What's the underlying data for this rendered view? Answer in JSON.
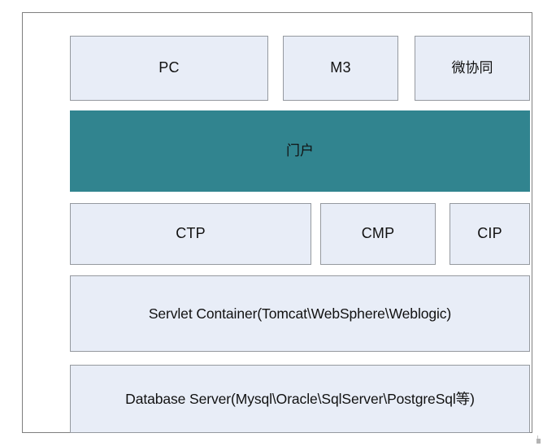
{
  "diagram": {
    "title": "Layered application architecture stack",
    "colors": {
      "box_fill": "#e8edf7",
      "box_border": "#95999f",
      "accent_fill": "#31848f",
      "frame_border": "#7f7f7f",
      "text": "#111111",
      "page_background": "#ffffff"
    },
    "rows": [
      {
        "name": "clients",
        "boxes": [
          {
            "label": "PC"
          },
          {
            "label": "M3"
          },
          {
            "label": "微协同"
          }
        ]
      },
      {
        "name": "portal",
        "boxes": [
          {
            "label": "门户"
          }
        ]
      },
      {
        "name": "platforms",
        "boxes": [
          {
            "label": "CTP"
          },
          {
            "label": "CMP"
          },
          {
            "label": "CIP"
          }
        ]
      },
      {
        "name": "servlet-container",
        "boxes": [
          {
            "label": "Servlet Container(Tomcat\\WebSphere\\Weblogic)"
          }
        ]
      },
      {
        "name": "database-server",
        "boxes": [
          {
            "label": "Database Server(Mysql\\Oracle\\SqlServer\\PostgreSql等)"
          }
        ]
      }
    ]
  }
}
